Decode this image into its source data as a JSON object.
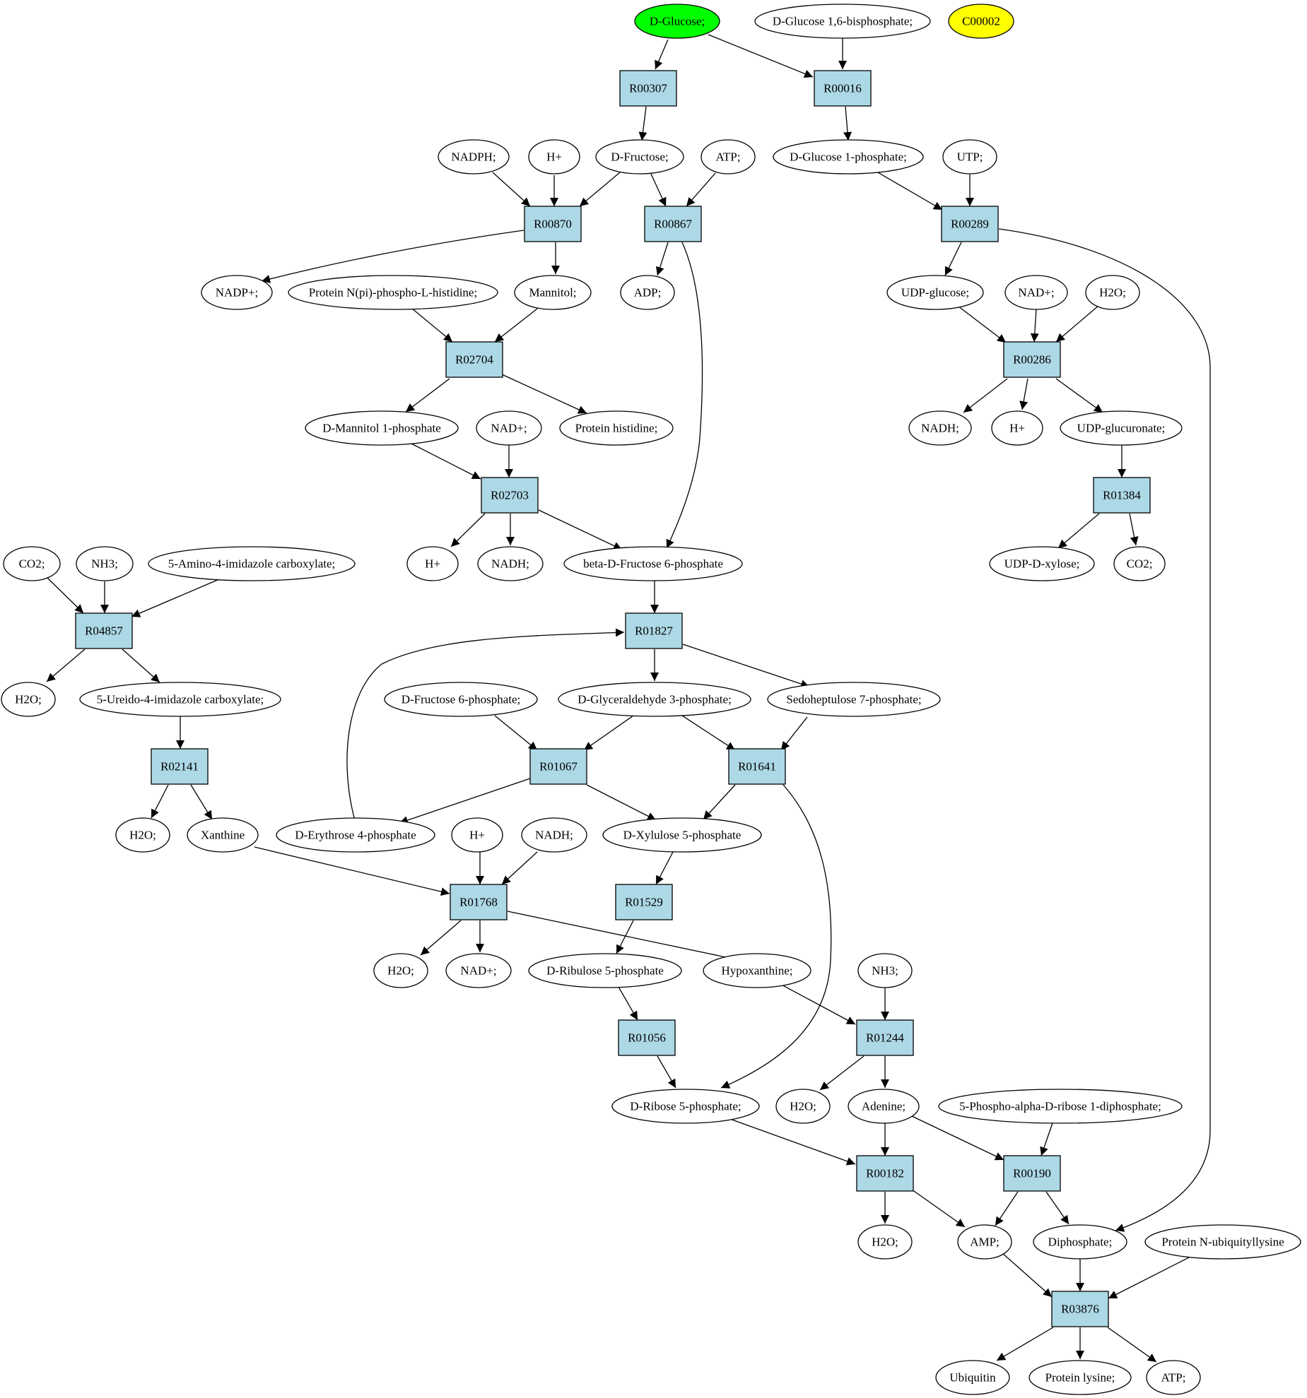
{
  "colors": {
    "reaction_fill": "#add8e6",
    "compound_fill": "#ffffff",
    "source_fill": "#00ff00",
    "highlight_fill": "#ffff00",
    "stroke": "#000000"
  },
  "compounds": {
    "dglucose": "D-Glucose;",
    "dglc16bp": "D-Glucose 1,6-bisphosphate;",
    "c00002": "C00002",
    "nadph": "NADPH;",
    "hplus1": "H+",
    "dfructose": "D-Fructose;",
    "atp1": "ATP;",
    "dglc1p": "D-Glucose 1-phosphate;",
    "utp": "UTP;",
    "nadp": "NADP+;",
    "protnpi": "Protein N(pi)-phospho-L-histidine;",
    "mannitol": "Mannitol;",
    "adp": "ADP;",
    "udpglc": "UDP-glucose;",
    "nad1": "NAD+;",
    "h2o1": "H2O;",
    "dmannitol1p": "D-Mannitol 1-phosphate",
    "nad2": "NAD+;",
    "prothis": "Protein histidine;",
    "nadh1": "NADH;",
    "hplus2": "H+",
    "udpglcur": "UDP-glucuronate;",
    "co2a": "CO2;",
    "nh3a": "NH3;",
    "aic": "5-Amino-4-imidazole carboxylate;",
    "hplus3": "H+",
    "nadh2": "NADH;",
    "bdf6p": "beta-D-Fructose 6-phosphate",
    "udpxyl": "UDP-D-xylose;",
    "co2b": "CO2;",
    "h2o2": "H2O;",
    "uic": "5-Ureido-4-imidazole carboxylate;",
    "df6p": "D-Fructose 6-phosphate;",
    "dg3p": "D-Glyceraldehyde 3-phosphate;",
    "s7p": "Sedoheptulose 7-phosphate;",
    "h2o3": "H2O;",
    "xanthine": "Xanthine",
    "de4p": "D-Erythrose 4-phosphate",
    "hplus4": "H+",
    "nadh3": "NADH;",
    "dx5p": "D-Xylulose 5-phosphate",
    "h2o4": "H2O;",
    "nad3": "NAD+;",
    "dru5p": "D-Ribulose 5-phosphate",
    "hypoxanthine": "Hypoxanthine;",
    "nh3b": "NH3;",
    "dr5p": "D-Ribose 5-phosphate;",
    "h2o5": "H2O;",
    "adenine": "Adenine;",
    "prpp": "5-Phospho-alpha-D-ribose 1-diphosphate;",
    "h2o6": "H2O;",
    "amp": "AMP;",
    "diphosphate": "Diphosphate;",
    "protnub": "Protein N-ubiquityllysine",
    "ubiquitin": "Ubiquitin",
    "protlys": "Protein lysine;",
    "atp2": "ATP;"
  },
  "reactions": {
    "R00307": "R00307",
    "R00016": "R00016",
    "R00870": "R00870",
    "R00867": "R00867",
    "R00289": "R00289",
    "R02704": "R02704",
    "R00286": "R00286",
    "R02703": "R02703",
    "R01384": "R01384",
    "R04857": "R04857",
    "R01827": "R01827",
    "R02141": "R02141",
    "R01067": "R01067",
    "R01641": "R01641",
    "R01768": "R01768",
    "R01529": "R01529",
    "R01056": "R01056",
    "R01244": "R01244",
    "R00182": "R00182",
    "R00190": "R00190",
    "R03876": "R03876"
  }
}
